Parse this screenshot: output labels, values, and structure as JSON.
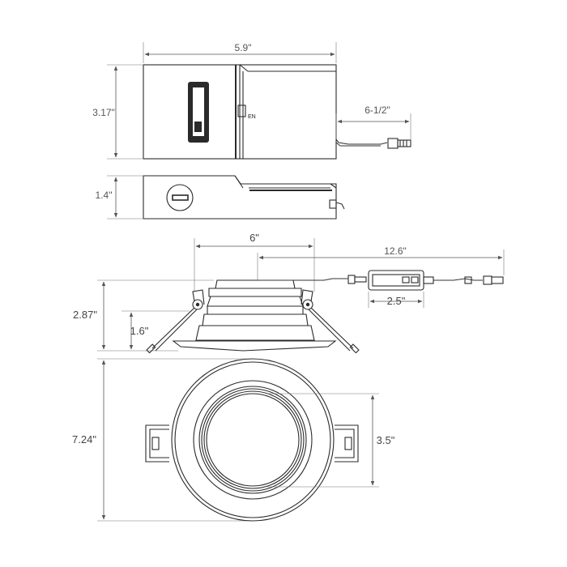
{
  "dimensions": {
    "box_width": "5.9\"",
    "box_height": "3.17\"",
    "wire_length_box": "6-1/2\"",
    "box_depth": "1.4\"",
    "fixture_width": "6\"",
    "cable_length": "12.6\"",
    "driver_length": "2.5\"",
    "overall_height": "2.87\"",
    "trim_height": "1.6\"",
    "trim_diameter": "7.24\"",
    "aperture": "3.5\""
  },
  "labels": {
    "box_marking": "EN"
  }
}
